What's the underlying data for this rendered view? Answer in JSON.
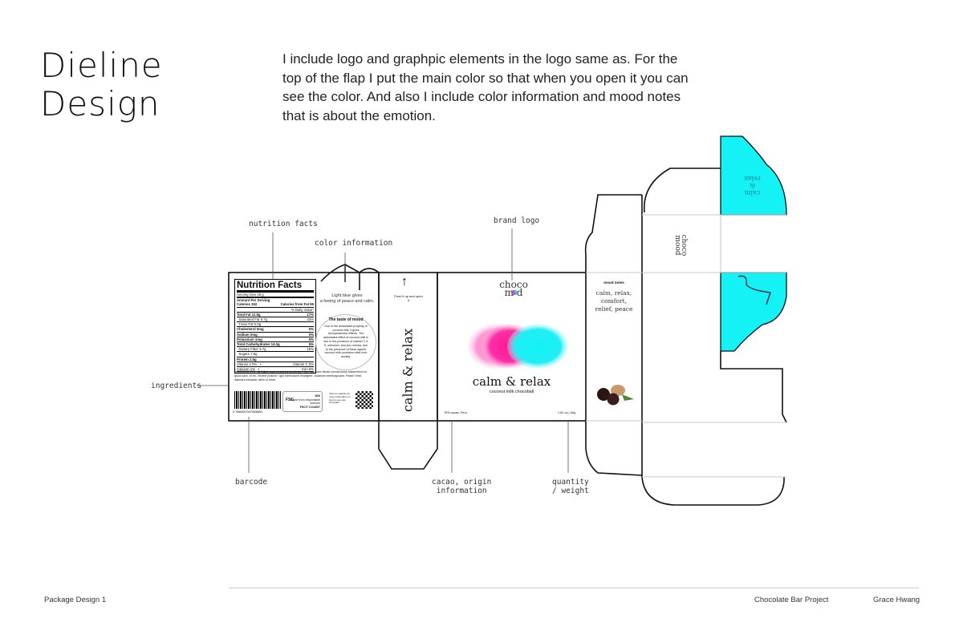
{
  "page": {
    "title_line1": "Dieline",
    "title_line2": "Design",
    "description": "I include logo and graphpic elements in the logo same as. For the top of the flap I put the main color so that when you open it you can see the color. And also I include color information and mood notes that is about the emotion."
  },
  "annotations": {
    "nutrition_facts": "nutrition facts",
    "color_information": "color information",
    "brand_logo": "brand logo",
    "ingredients": "ingredients",
    "barcode": "barcode",
    "cacao_origin": "cacao, origin\ninformation",
    "quantity_weight": "quantity\n/ weight"
  },
  "back_panel": {
    "nutrition_title": "Nutrition Facts",
    "serving_size": "Serving Size 28 g",
    "amount_per_serving": "Amount Per Serving",
    "rows": [
      {
        "label": "Calories 152",
        "value": "Calories from Fat 95",
        "bold": true
      },
      {
        "label": "",
        "value": "% Daily Value*",
        "bold": false
      },
      {
        "label": "Total Fat 11.5g",
        "value": "17%",
        "bold": true
      },
      {
        "label": "  Saturated Fat 6.7g",
        "value": "33%",
        "bold": false
      },
      {
        "label": "  Trans Fat 0.0g",
        "value": "",
        "bold": false
      },
      {
        "label": "Cholesterol 0mg",
        "value": "0%",
        "bold": true
      },
      {
        "label": "Sodium 0mg",
        "value": "0%",
        "bold": true
      },
      {
        "label": "Potassium 1mg",
        "value": "0%",
        "bold": true
      },
      {
        "label": "Total Carbohydrates 14.0g",
        "value": "5%",
        "bold": true
      },
      {
        "label": "  Dietary Fiber 3.7g",
        "value": "15%",
        "bold": false
      },
      {
        "label": "  Sugars 7.5g",
        "value": "",
        "bold": false
      },
      {
        "label": "Protein 2.5g",
        "value": "",
        "bold": true
      },
      {
        "label": "Vitamin A 0%   •",
        "value": "Vitamin C 0%",
        "bold": false
      },
      {
        "label": "Calcium 1%   •",
        "value": "Iron 0%",
        "bold": false
      }
    ],
    "ingredients_text": "INGREDIENTS : At fullam quo empores epelleniu. Hus. fac mam frecte condemulus haberelent su quod carii. Id es, Vivenit postes? Igni inemulturis esstigner, ducibum mentuspuam. Palat? Inidi. Asimant ernadat, abim in inste.",
    "barcode_number": "0 '586092347586851",
    "fsc_mix": "MIX",
    "fsc_text": "Paper from responsible sources",
    "fsc_code": "FSC® C114697",
    "fsc_logo": "FSC",
    "qr_note": "Visit our website for more information on how to use your chocolate",
    "color_info_line1": "Light blue gives",
    "color_info_line2": "a feeing of peace and calm.",
    "taste_title": "The taste of mood",
    "taste_text": "Due to the antioxidant property of coconut milk, it gives neuroprotective effects. The antioxidant effect of coconut milk is due to the presence of vitamin C & E, selenium, and zinc mimics, due to the presence of these agents coconut milk produces relief from anxiety."
  },
  "side_panel": {
    "push_text": "Push it up and open it",
    "vertical_text": "calm & relax"
  },
  "front_panel": {
    "logo_top": "choco",
    "logo_bottom": "m  d",
    "product_name": "calm & relax",
    "subtitle": "coconut milk chocoball",
    "origin": "76% cacao, Peru",
    "weight": "1.62 oz  |  46g"
  },
  "right_panel": {
    "mood_title": "mood notes",
    "mood_text": "calm, relax,\ncomfort,\nrelief, peace"
  },
  "top_flap": {
    "logo_top": "choco",
    "logo_bottom": "mood",
    "cyan_text": "calm\n&\nrelax"
  },
  "footer": {
    "left": "Package Design 1",
    "center": "Chocolate Bar Project",
    "right": "Grace Hwang"
  },
  "colors": {
    "cyan": "#14f2f6",
    "magenta": "#ff1493"
  }
}
